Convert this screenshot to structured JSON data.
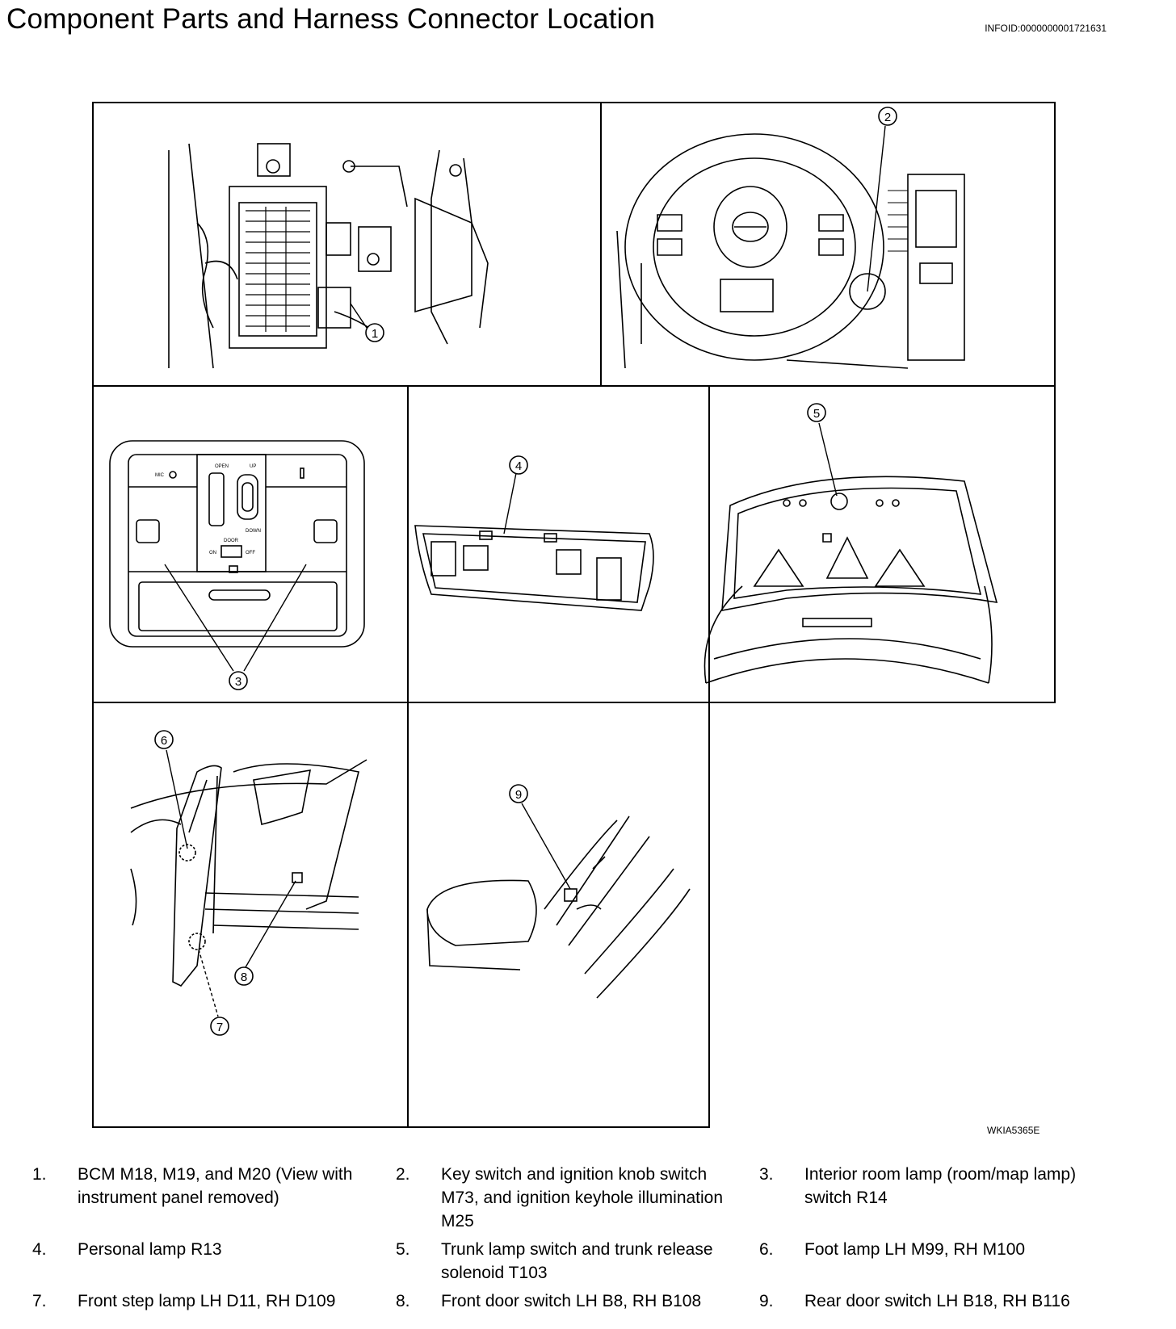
{
  "header": {
    "title": "Component Parts and Harness Connector Location",
    "infoid": "INFOID:0000000001721631"
  },
  "figure": {
    "code": "WKIA5365E",
    "callouts": [
      "1",
      "2",
      "3",
      "4",
      "5",
      "6",
      "7",
      "8",
      "9"
    ],
    "overhead_console_labels": {
      "mic": "MIC",
      "open": "OPEN",
      "up": "UP",
      "down": "DOWN",
      "door": "DOOR",
      "on": "ON",
      "off": "OFF"
    }
  },
  "legend": [
    {
      "num": "1.",
      "text": "BCM M18, M19, and M20 (View with instrument panel removed)"
    },
    {
      "num": "2.",
      "text": "Key switch and ignition knob switch M73, and ignition keyhole illumination M25"
    },
    {
      "num": "3.",
      "text": "Interior room lamp (room/map lamp) switch R14"
    },
    {
      "num": "4.",
      "text": "Personal lamp R13"
    },
    {
      "num": "5.",
      "text": "Trunk lamp switch and trunk release solenoid T103"
    },
    {
      "num": "6.",
      "text": "Foot lamp LH M99, RH M100"
    },
    {
      "num": "7.",
      "text": "Front step lamp LH D11, RH D109"
    },
    {
      "num": "8.",
      "text": "Front door switch LH B8, RH B108"
    },
    {
      "num": "9.",
      "text": "Rear door switch LH B18, RH B116"
    }
  ]
}
